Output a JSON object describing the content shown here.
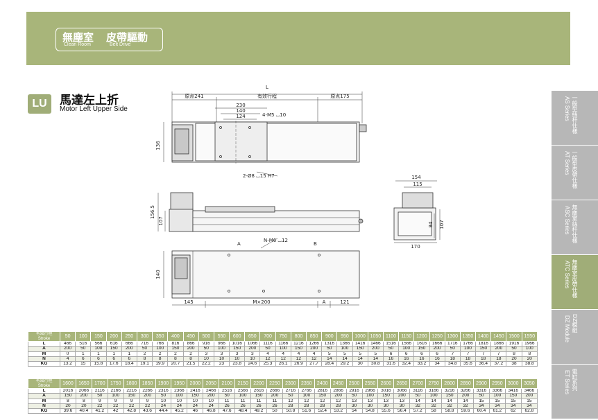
{
  "header": {
    "cn_clean": "無塵室",
    "cn_belt": "皮帶驅動",
    "en_clean": "Clean Room",
    "en_belt": "Belt Drive"
  },
  "section": {
    "badge": "LU",
    "title_cn": "馬達左上折",
    "title_en": "Motor Left Upper Side"
  },
  "drawing": {
    "L": "L",
    "origin_left": "原点241",
    "effective": "有效行程",
    "origin_right": "原点175",
    "d230": "230",
    "d140": "140",
    "d124": "124",
    "m5": "4-M5 ⌴10",
    "d136": "136",
    "pin_hole": "2-Ø8 ⌴15 H7",
    "d156_5": "156.5",
    "d107": "107",
    "d154": "154",
    "d115": "115",
    "d84": "84",
    "d107b": "107",
    "d170": "170",
    "nm6": "N-M6 ⌴12",
    "d140b": "140",
    "d145": "145",
    "m200": "M×200",
    "A": "A",
    "d121": "121",
    "view_a": "A",
    "view_b": "B"
  },
  "tabs": [
    {
      "cn": "一般型絲杆仕樣",
      "en": "AS Series",
      "color": "#b7b7b7"
    },
    {
      "cn": "一般型皮帶仕樣",
      "en": "AT Series",
      "color": "#b7b7b7"
    },
    {
      "cn": "無塵室絲杆仕樣",
      "en": "ASC Series",
      "color": "#b7b7b7"
    },
    {
      "cn": "無塵室皮帶仕樣",
      "en": "ATC Series",
      "color": "#a0ad78"
    },
    {
      "cn": "DZ模組",
      "en": "DZ Module",
      "color": "#b7b7b7"
    },
    {
      "cn": "電缸系列",
      "en": "ET Series",
      "color": "#b7b7b7"
    }
  ],
  "table1": {
    "head_cn": "有效行程",
    "head_en": "Stroke",
    "strokes": [
      "50",
      "100",
      "150",
      "200",
      "250",
      "300",
      "350",
      "400",
      "450",
      "500",
      "550",
      "600",
      "650",
      "700",
      "750",
      "800",
      "850",
      "900",
      "950",
      "1000",
      "1050",
      "1100",
      "1150",
      "1200",
      "1250",
      "1300",
      "1350",
      "1400",
      "1450",
      "1500",
      "1550"
    ],
    "rows": [
      {
        "label": "L",
        "values": [
          "466",
          "516",
          "566",
          "616",
          "666",
          "716",
          "766",
          "816",
          "866",
          "916",
          "966",
          "1016",
          "1066",
          "1116",
          "1166",
          "1216",
          "1266",
          "1316",
          "1366",
          "1416",
          "1466",
          "1516",
          "1566",
          "1616",
          "1666",
          "1716",
          "1766",
          "1816",
          "1866",
          "1916",
          "1966"
        ]
      },
      {
        "label": "A",
        "values": [
          "200",
          "50",
          "100",
          "150",
          "200",
          "50",
          "100",
          "150",
          "200",
          "50",
          "100",
          "150",
          "200",
          "50",
          "100",
          "150",
          "200",
          "50",
          "100",
          "150",
          "200",
          "50",
          "100",
          "150",
          "200",
          "50",
          "100",
          "150",
          "200",
          "50",
          "100"
        ]
      },
      {
        "label": "M",
        "values": [
          "0",
          "1",
          "1",
          "1",
          "1",
          "2",
          "2",
          "2",
          "2",
          "3",
          "3",
          "3",
          "3",
          "4",
          "4",
          "4",
          "4",
          "5",
          "5",
          "5",
          "5",
          "6",
          "6",
          "6",
          "6",
          "7",
          "7",
          "7",
          "7",
          "8",
          "8"
        ]
      },
      {
        "label": "N",
        "values": [
          "4",
          "6",
          "6",
          "6",
          "6",
          "8",
          "8",
          "8",
          "8",
          "10",
          "10",
          "10",
          "10",
          "12",
          "12",
          "12",
          "12",
          "14",
          "14",
          "14",
          "14",
          "16",
          "16",
          "16",
          "16",
          "18",
          "18",
          "18",
          "18",
          "20",
          "20"
        ]
      },
      {
        "label": "KG",
        "values": [
          "13.2",
          "15",
          "15.8",
          "17.6",
          "18.4",
          "19.1",
          "19.9",
          "20.7",
          "21.5",
          "22.2",
          "23",
          "23.8",
          "24.6",
          "25.3",
          "26.1",
          "26.9",
          "27.7",
          "28.4",
          "29.2",
          "30",
          "30.8",
          "31.6",
          "32.4",
          "33.2",
          "34",
          "34.8",
          "35.6",
          "36.4",
          "37.2",
          "38",
          "38.8"
        ]
      }
    ]
  },
  "table2": {
    "head_cn": "有效行程",
    "head_en": "Stroke",
    "strokes": [
      "1600",
      "1650",
      "1700",
      "1750",
      "1800",
      "1850",
      "1900",
      "1950",
      "2000",
      "2050",
      "2100",
      "2150",
      "2200",
      "2250",
      "2300",
      "2350",
      "2400",
      "2450",
      "2500",
      "2550",
      "2600",
      "2650",
      "2700",
      "2750",
      "2800",
      "2850",
      "2900",
      "2950",
      "3000",
      "3050"
    ],
    "rows": [
      {
        "label": "L",
        "values": [
          "2016",
          "2066",
          "2116",
          "2166",
          "2216",
          "2266",
          "2316",
          "2366",
          "2416",
          "2466",
          "2516",
          "2566",
          "2616",
          "2666",
          "2716",
          "2766",
          "2816",
          "2866",
          "2916",
          "2966",
          "3016",
          "3066",
          "3116",
          "3166",
          "3216",
          "3266",
          "3316",
          "3366",
          "3416",
          "3466"
        ]
      },
      {
        "label": "A",
        "values": [
          "150",
          "200",
          "50",
          "100",
          "150",
          "200",
          "50",
          "100",
          "150",
          "200",
          "50",
          "100",
          "150",
          "200",
          "50",
          "100",
          "150",
          "200",
          "50",
          "100",
          "150",
          "200",
          "50",
          "100",
          "150",
          "200",
          "50",
          "100",
          "150",
          "200"
        ]
      },
      {
        "label": "M",
        "values": [
          "8",
          "8",
          "9",
          "9",
          "9",
          "9",
          "10",
          "10",
          "10",
          "10",
          "11",
          "11",
          "11",
          "11",
          "12",
          "12",
          "12",
          "12",
          "13",
          "13",
          "13",
          "13",
          "14",
          "14",
          "14",
          "14",
          "15",
          "15",
          "15",
          "15"
        ]
      },
      {
        "label": "N",
        "values": [
          "20",
          "20",
          "22",
          "22",
          "22",
          "22",
          "24",
          "24",
          "24",
          "24",
          "26",
          "26",
          "26",
          "26",
          "28",
          "28",
          "28",
          "28",
          "30",
          "30",
          "30",
          "30",
          "32",
          "32",
          "32",
          "32",
          "34",
          "34",
          "34",
          "34"
        ]
      },
      {
        "label": "KG",
        "values": [
          "39.6",
          "40.4",
          "41.2",
          "42",
          "42.8",
          "43.6",
          "44.4",
          "45.2",
          "46",
          "46.8",
          "47.6",
          "48.4",
          "49.2",
          "50",
          "50.8",
          "51.6",
          "52.4",
          "53.2",
          "54",
          "54.8",
          "55.6",
          "56.4",
          "57.2",
          "58",
          "58.8",
          "59.6",
          "60.4",
          "61.2",
          "62",
          "62.8"
        ]
      }
    ]
  }
}
